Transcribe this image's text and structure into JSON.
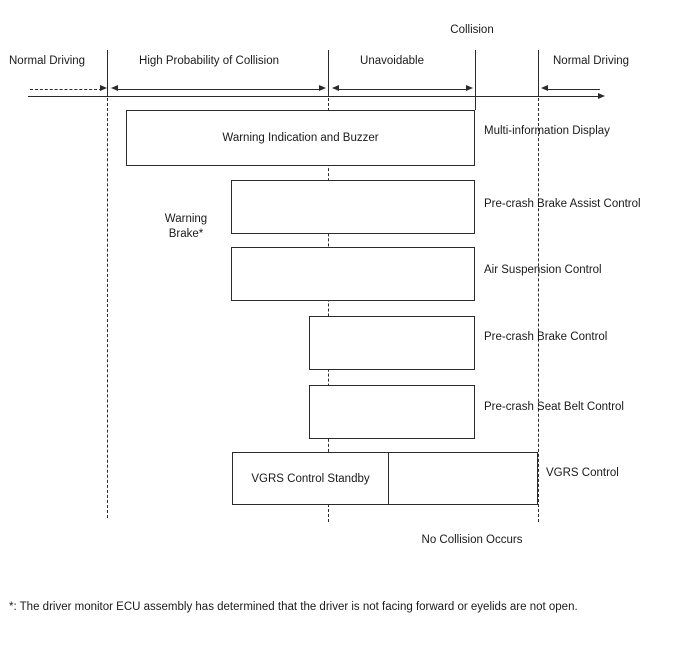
{
  "diagram": {
    "title_marker": "Collision",
    "timeline": {
      "phases": [
        {
          "id": "normal-driving-left",
          "label": "Normal Driving"
        },
        {
          "id": "high-probability",
          "label": "High Probability of Collision"
        },
        {
          "id": "unavoidable",
          "label": "Unavoidable"
        },
        {
          "id": "normal-driving-right",
          "label": "Normal Driving"
        }
      ]
    },
    "bars": [
      {
        "id": "multi-information-display",
        "box_text": "Warning Indication and Buzzer",
        "side_label": "Multi-information Display"
      },
      {
        "id": "pre-crash-brake-assist-control",
        "box_text": "",
        "side_label": "Pre-crash Brake Assist Control"
      },
      {
        "id": "air-suspension-control",
        "box_text": "",
        "side_label": "Air Suspension Control"
      },
      {
        "id": "pre-crash-brake-control",
        "box_text": "",
        "side_label": "Pre-crash Brake Control"
      },
      {
        "id": "pre-crash-seat-belt-control",
        "box_text": "",
        "side_label": "Pre-crash Seat Belt Control"
      },
      {
        "id": "vgrs-control",
        "box_text": "VGRS Control Standby",
        "box_text_2": "",
        "side_label": "VGRS Control"
      }
    ],
    "annotations": {
      "warning_brake_line1": "Warning",
      "warning_brake_line2": "Brake*",
      "no_collision": "No Collision Occurs"
    },
    "footnote": "*: The driver monitor ECU assembly has determined that the driver is not facing forward or eyelids are not open."
  },
  "colors": {
    "stroke": "#2b2b2b",
    "text": "#1a1a1a",
    "background": "#ffffff"
  }
}
